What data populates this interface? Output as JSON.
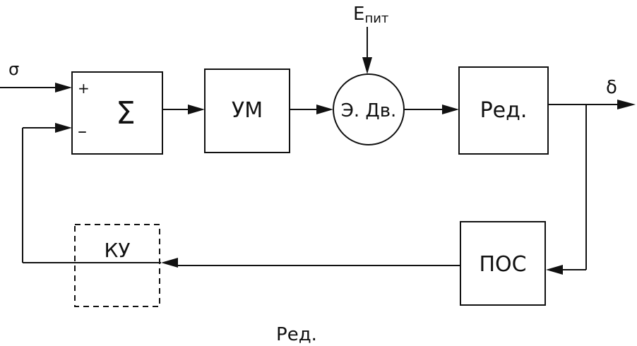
{
  "diagram": {
    "input_label": "σ",
    "output_label": "δ",
    "supply_label_main": "Е",
    "supply_label_sub": "пит",
    "sum_block": {
      "symbol": "Σ",
      "plus_sign": "+",
      "minus_sign": "–"
    },
    "amplifier_label": "УМ",
    "motor_label": "Э. Дв.",
    "reducer_label": "Ред.",
    "feedback_label": "ПОС",
    "correction_label": "КУ",
    "caption": "Ред."
  }
}
